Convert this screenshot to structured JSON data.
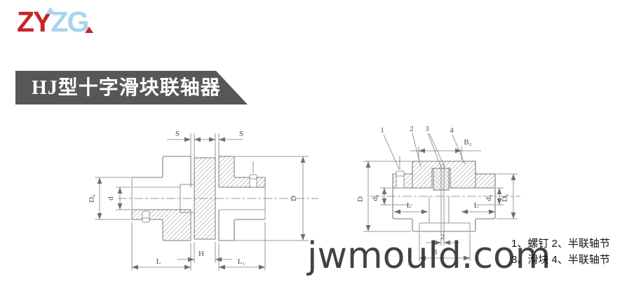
{
  "logo": {
    "zy": "ZY",
    "zg": "ZG"
  },
  "banner": {
    "title": "HJ型十字滑块联轴器"
  },
  "watermark": "jwmould.com",
  "notes": {
    "line1": "1、螺钉 2、半联轴节",
    "line2": "3、滑块 4、半联轴节"
  },
  "left": {
    "s1": "S",
    "s2": "S",
    "d0": "D₀",
    "d": "d",
    "D": "D",
    "L": "L",
    "H": "H",
    "L1": "L₁"
  },
  "right": {
    "n1": "1",
    "n2": "2",
    "n3": "3",
    "n4": "4",
    "B2": "B₂",
    "D": "D",
    "d1": "d₁",
    "Ll": "L",
    "Lr": "L",
    "d2": "d₂",
    "D1": "D₁",
    "gap": "2",
    "B": "B"
  },
  "colors": {
    "logo_red": "#c9242b",
    "logo_blue": "#a9d4ec",
    "banner_bg": "#595659",
    "line": "#7a7a7a"
  }
}
